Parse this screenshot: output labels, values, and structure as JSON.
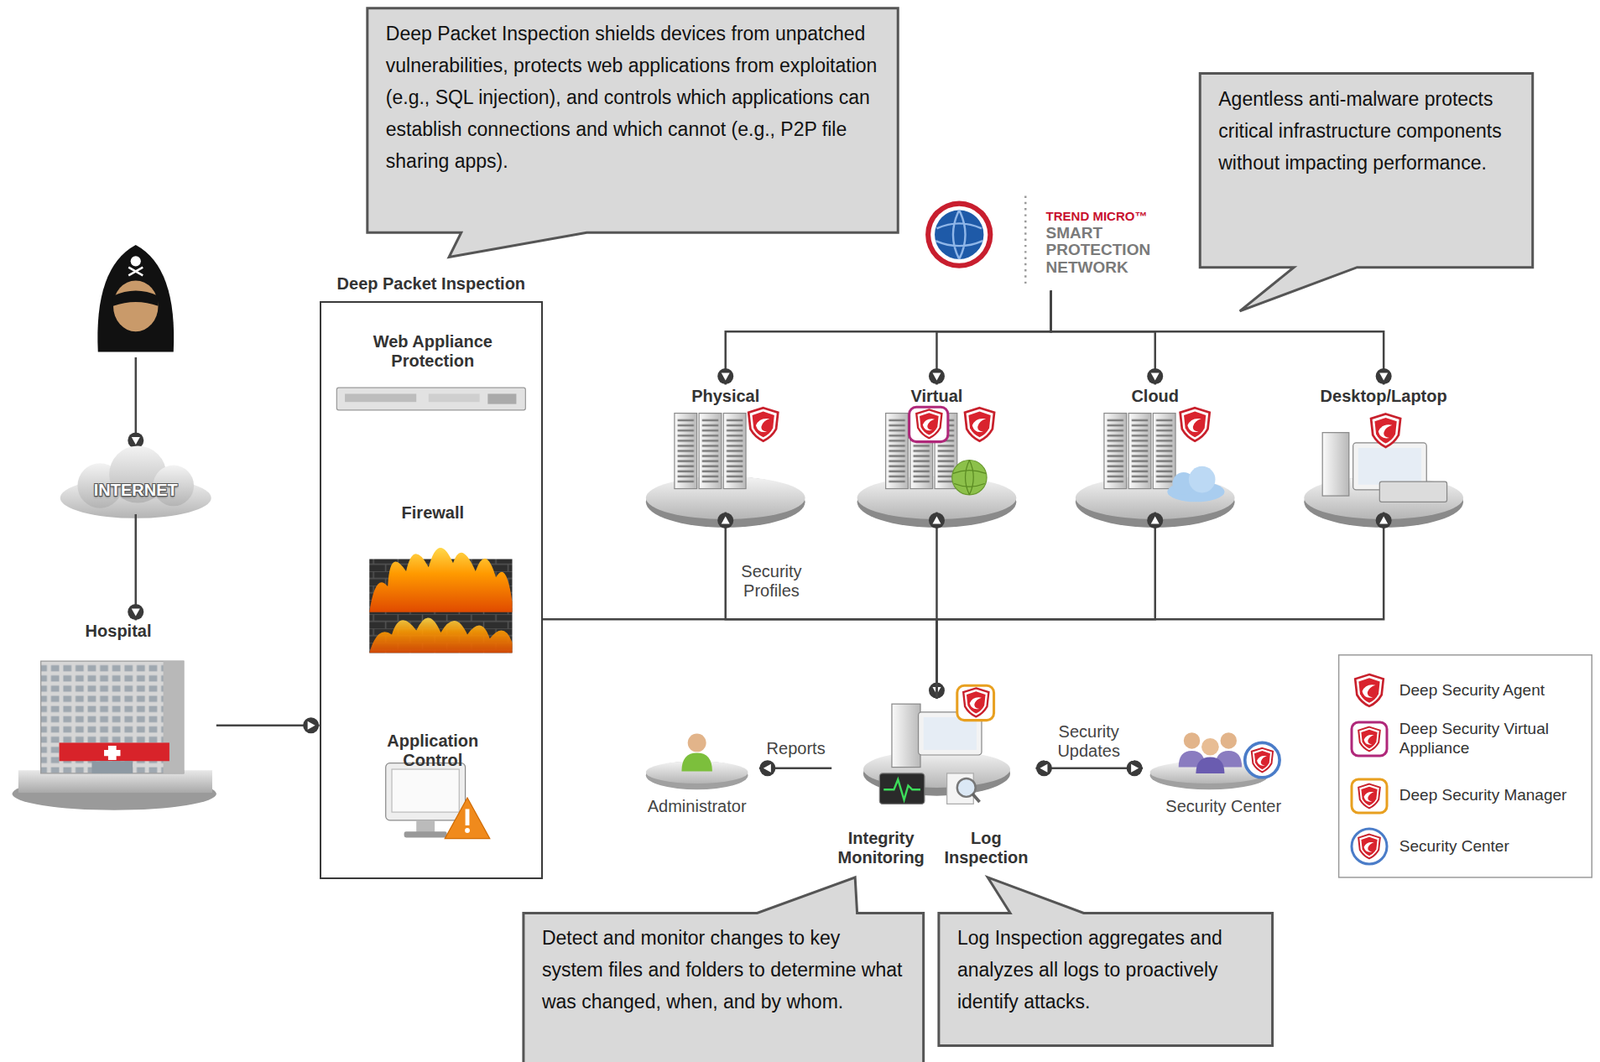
{
  "diagram": {
    "nodes": [
      {
        "text": [
          "Deep Packet Inspection shields devices from unpatched vulnerabilities, protects web applications from exploitation (e.g., SQL injection), and controls which applications can establish connections and which cannot (e.g., P2P file sharing apps)."
        ]
      },
      {
        "text": [
          "Agentless anti-malware protects critical infrastructure components without impacting performance."
        ]
      },
      {
        "text": [
          "INTERNET"
        ]
      },
      {
        "text": [
          "Hospital"
        ]
      },
      {
        "text": [
          "Deep Packet Inspection"
        ]
      },
      {
        "text": [
          "Web Appliance Protection"
        ],
        "in": 4
      },
      {
        "text": [
          "Firewall"
        ],
        "in": 4
      },
      {
        "text": [
          "Application Control"
        ],
        "in": 4
      },
      {
        "text": [
          "TREND MICRO™",
          "SMART PROTECTION NETWORK"
        ]
      },
      {
        "text": [
          "Physical"
        ]
      },
      {
        "text": [
          "Virtual"
        ]
      },
      {
        "text": [
          "Cloud"
        ]
      },
      {
        "text": [
          "Desktop/Laptop"
        ]
      },
      {
        "text": [
          "Integrity Monitoring",
          "Log Inspection"
        ]
      },
      {
        "text": [
          "Administrator"
        ]
      },
      {
        "text": [
          "Security Center"
        ]
      },
      {
        "text": [
          "Detect and monitor changes to key system files and folders to determine what was changed, when, and by whom."
        ]
      },
      {
        "text": [
          "Log Inspection aggregates and analyzes all logs to proactively identify attacks."
        ]
      }
    ],
    "edges": [
      {
        "from": 2,
        "to": 3,
        "arrow": "to"
      },
      {
        "from": 3,
        "to": 4,
        "arrow": "to"
      },
      {
        "from": 8,
        "to": 9,
        "arrow": "to"
      },
      {
        "from": 8,
        "to": 10,
        "arrow": "to"
      },
      {
        "from": 8,
        "to": 11,
        "arrow": "to"
      },
      {
        "from": 8,
        "to": 12,
        "arrow": "to"
      },
      {
        "from": 4,
        "to": 13,
        "arrow": "to"
      },
      {
        "from": 13,
        "to": 9,
        "arrow": "to",
        "label": "Security Profiles"
      },
      {
        "from": 13,
        "to": 10,
        "arrow": "to"
      },
      {
        "from": 13,
        "to": 11,
        "arrow": "to"
      },
      {
        "from": 13,
        "to": 12,
        "arrow": "to"
      },
      {
        "from": 13,
        "to": 14,
        "arrow": "to",
        "label": "Reports"
      },
      {
        "from": 13,
        "to": 15,
        "arrow": "both",
        "label": "Security Updates"
      }
    ],
    "legend": [
      {
        "text": "Deep Security Agent"
      },
      {
        "text": "Deep Security Virtual Appliance"
      },
      {
        "text": "Deep Security Manager"
      },
      {
        "text": "Security Center"
      }
    ]
  }
}
